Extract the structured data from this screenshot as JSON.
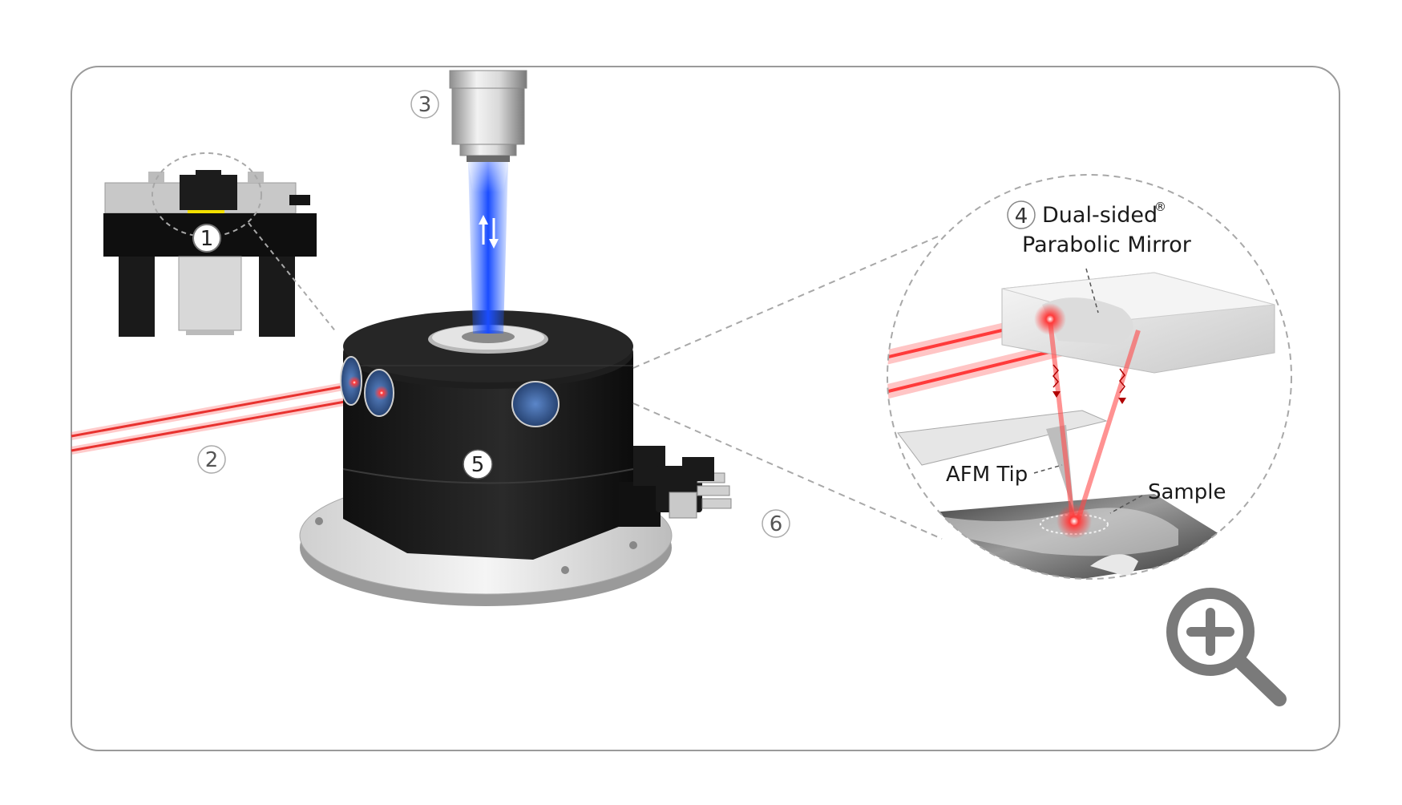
{
  "colors": {
    "frame": "#9a9a9a",
    "housing": "#1b1b1b",
    "laser": "#e8322f",
    "beam_blue": "#1f5cff",
    "zoom_icon": "#7a7a7a",
    "dashed": "#a8a8a8"
  },
  "callouts": {
    "n1": "1",
    "n2": "2",
    "n3": "3",
    "n4": "4",
    "n5": "5",
    "n6": "6"
  },
  "detail": {
    "mirror_line1": "Dual-sided",
    "mirror_sup": "®",
    "mirror_line2": "Parabolic Mirror",
    "afm_tip": "AFM Tip",
    "sample": "Sample"
  },
  "icons": {
    "zoom": "zoom-in-icon"
  }
}
